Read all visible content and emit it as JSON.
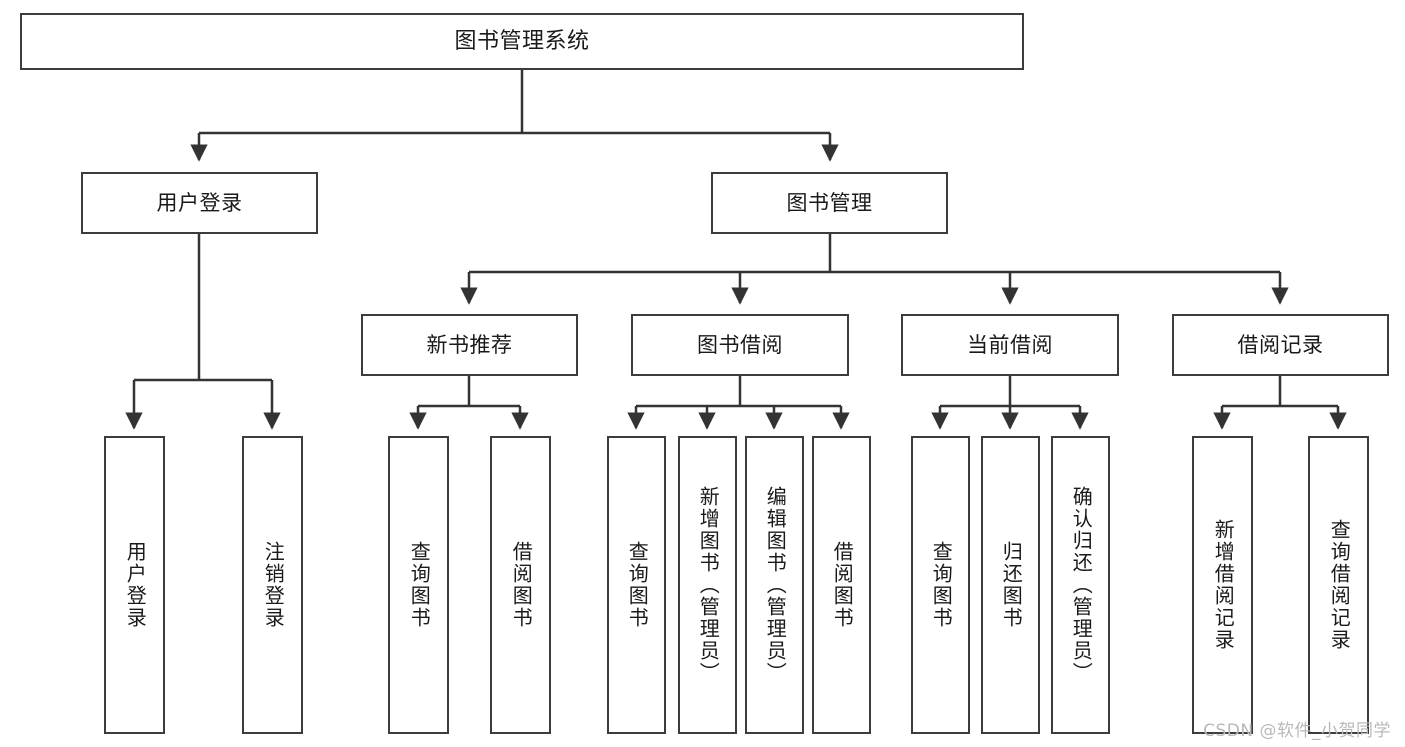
{
  "diagram": {
    "type": "tree-hierarchy",
    "title": "图书管理系统",
    "orientation": "top-down",
    "colors": {
      "box_border": "#3c3c3c",
      "box_fill": "#ffffff",
      "edge": "#333333",
      "text": "#1a1a1a",
      "watermark": "#b9b9b9",
      "background": "#ffffff"
    },
    "nodes": {
      "root": {
        "label": "图书管理系统"
      },
      "level2": [
        {
          "label": "用户登录"
        },
        {
          "label": "图书管理"
        }
      ],
      "level3": [
        {
          "label": "新书推荐"
        },
        {
          "label": "图书借阅"
        },
        {
          "label": "当前借阅"
        },
        {
          "label": "借阅记录"
        }
      ],
      "leaves": {
        "user_login": [
          {
            "label": "用户登录"
          },
          {
            "label": "注销登录"
          }
        ],
        "new_book_recommend": [
          {
            "label": "查询图书"
          },
          {
            "label": "借阅图书"
          }
        ],
        "book_borrow": [
          {
            "label": "查询图书"
          },
          {
            "label": "新增图书（管理员）"
          },
          {
            "label": "编辑图书（管理员）"
          },
          {
            "label": "借阅图书"
          }
        ],
        "current_borrow": [
          {
            "label": "查询图书"
          },
          {
            "label": "归还图书"
          },
          {
            "label": "确认归还（管理员）"
          }
        ],
        "borrow_record": [
          {
            "label": "新增借阅记录"
          },
          {
            "label": "查询借阅记录"
          }
        ]
      }
    },
    "watermark": "CSDN @软件_小贺同学"
  }
}
